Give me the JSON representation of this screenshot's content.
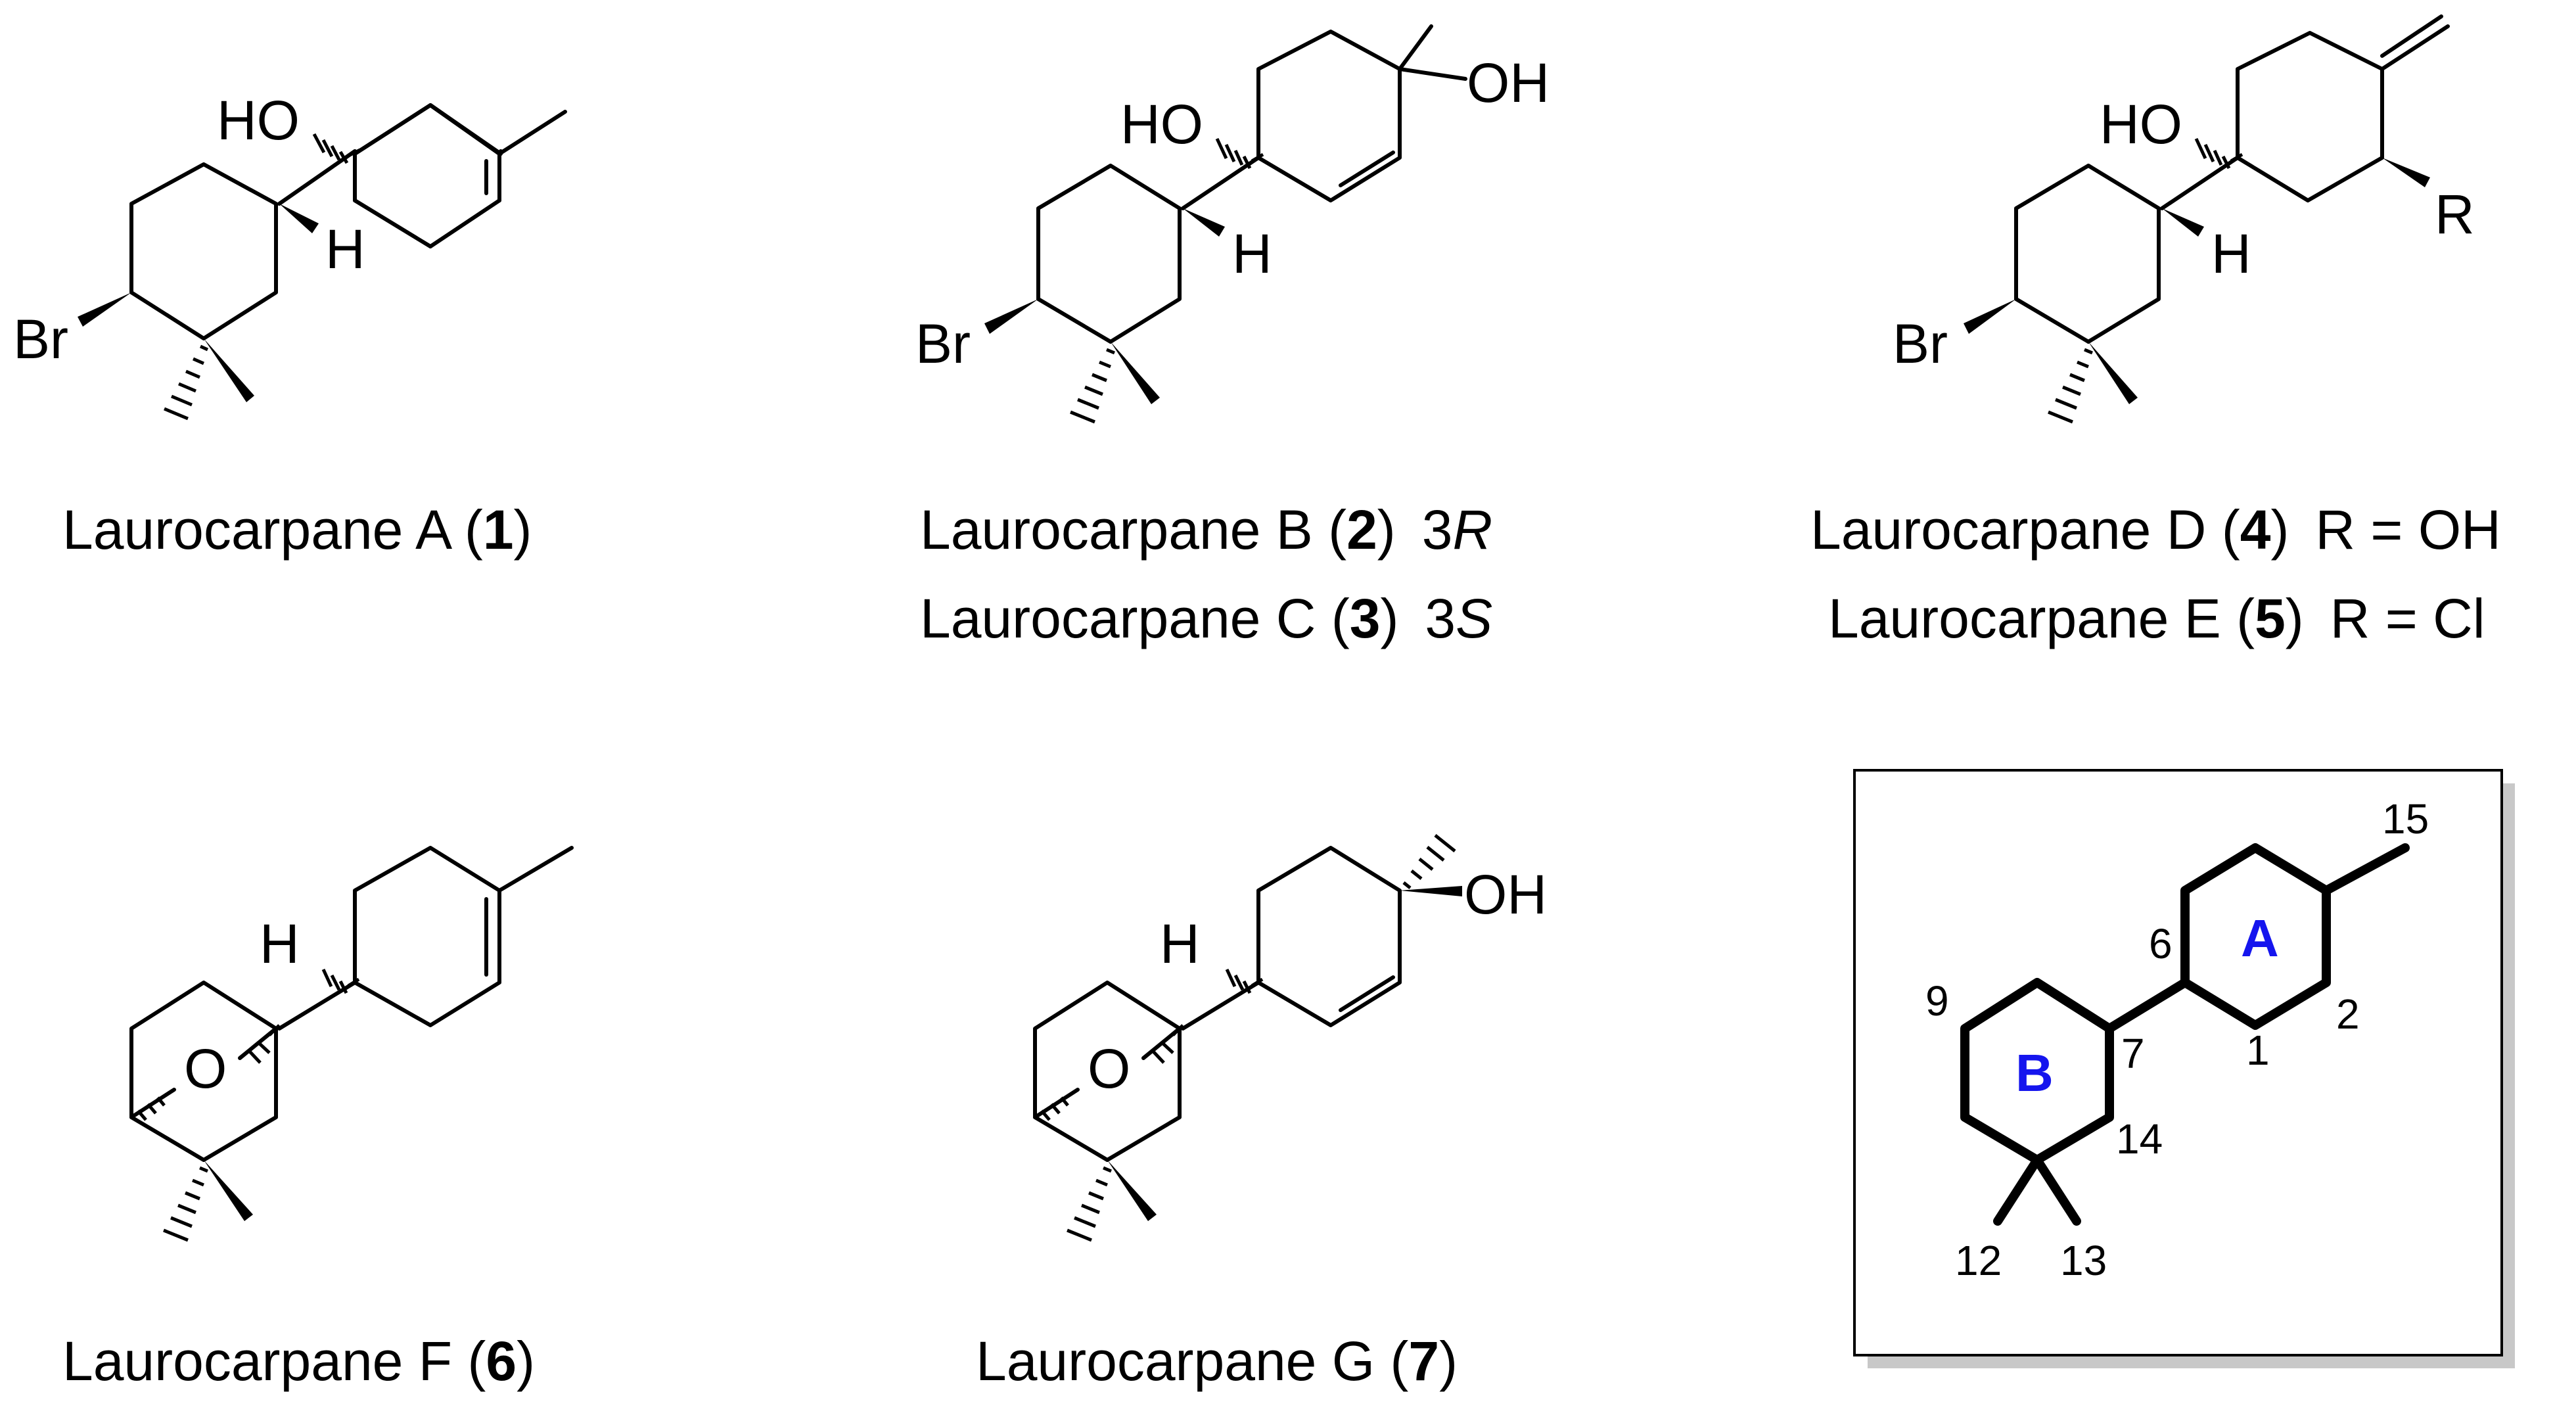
{
  "compounds": [
    {
      "name": "Laurocarpane A (",
      "num": "1",
      "close": ")"
    },
    {
      "name": "Laurocarpane B (",
      "num": "2",
      "close": ")",
      "config_num": "3",
      "config_letter": "R"
    },
    {
      "name": "Laurocarpane C (",
      "num": "3",
      "close": ")",
      "config_num": "3",
      "config_letter": "S"
    },
    {
      "name": "Laurocarpane D (",
      "num": "4",
      "close": ")",
      "rgroup": "R = OH"
    },
    {
      "name": "Laurocarpane E (",
      "num": "5",
      "close": ")",
      "rgroup": "R = Cl"
    },
    {
      "name": "Laurocarpane F (",
      "num": "6",
      "close": ")"
    },
    {
      "name": "Laurocarpane G (",
      "num": "7",
      "close": ")"
    }
  ],
  "atoms": {
    "ho": "HO",
    "oh": "OH",
    "h": "H",
    "br": "Br",
    "o": "O",
    "r": "R"
  },
  "scaffold": {
    "ring_a": "A",
    "ring_b": "B",
    "numbering": [
      "15",
      "6",
      "9",
      "2",
      "1",
      "7",
      "14",
      "12",
      "13"
    ]
  }
}
